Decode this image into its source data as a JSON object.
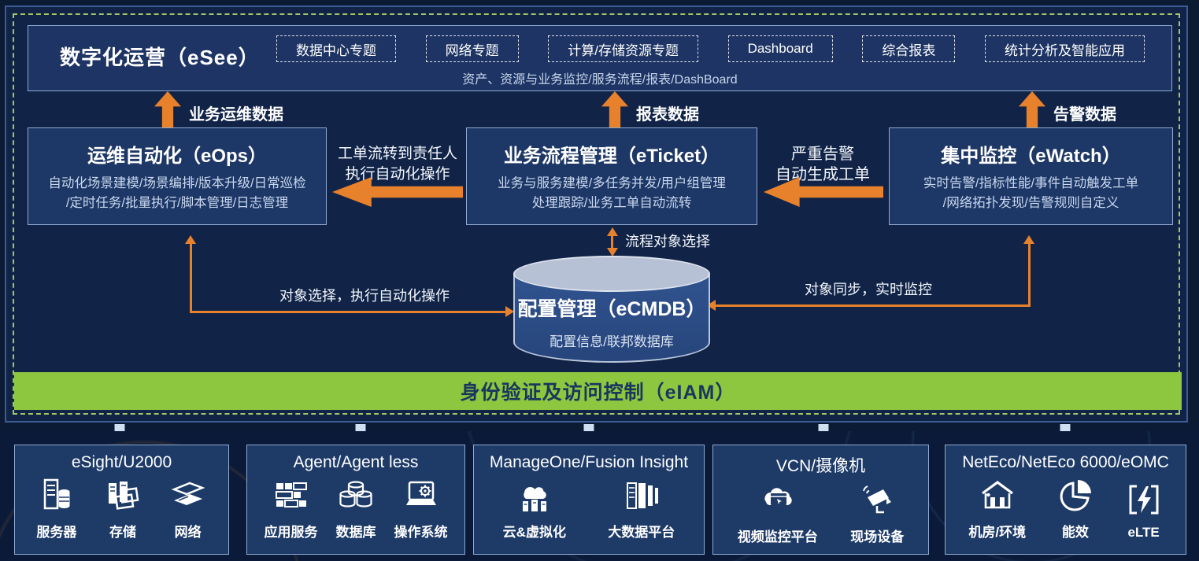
{
  "top_bar": {
    "title": "数字化运营（eSee）",
    "chips": [
      "数据中心专题",
      "网络专题",
      "计算/存储资源专题",
      "Dashboard",
      "综合报表",
      "统计分析及智能应用"
    ],
    "subtitle": "资产、资源与业务监控/服务流程/报表/DashBoard"
  },
  "up_arrows": {
    "eops": "业务运维数据",
    "eticket": "报表数据",
    "ewatch": "告警数据"
  },
  "modules": {
    "eops": {
      "title": "运维自动化（eOps）",
      "line1": "自动化场景建模/场景编排/版本升级/日常巡检",
      "line2": "/定时任务/批量执行/脚本管理/日志管理"
    },
    "eticket": {
      "title": "业务流程管理（eTicket）",
      "line1": "业务与服务建模/多任务并发/用户组管理",
      "line2": "处理跟踪/业务工单自动流转"
    },
    "ewatch": {
      "title": "集中监控（eWatch）",
      "line1": "实时告警/指标性能/事件自动触发工单",
      "line2": "/网络拓扑发现/告警规则自定义"
    }
  },
  "connectors": {
    "ticket_to_ops": {
      "line1": "工单流转到责任人",
      "line2": "执行自动化操作"
    },
    "watch_to_ticket": {
      "line1": "严重告警",
      "line2": "自动生成工单"
    },
    "ticket_cmdb": "流程对象选择",
    "ops_cmdb": "对象选择，执行自动化操作",
    "watch_cmdb": "对象同步，实时监控"
  },
  "cmdb": {
    "title": "配置管理（eCMDB）",
    "subtitle": "配置信息/联邦数据库"
  },
  "iam": {
    "label": "身份验证及访问控制（eIAM）"
  },
  "bottom_groups": [
    {
      "title": "eSight/U2000",
      "items": [
        {
          "label": "服务器"
        },
        {
          "label": "存储"
        },
        {
          "label": "网络"
        }
      ]
    },
    {
      "title": "Agent/Agent less",
      "items": [
        {
          "label": "应用服务"
        },
        {
          "label": "数据库"
        },
        {
          "label": "操作系统"
        }
      ]
    },
    {
      "title": "ManageOne/Fusion Insight",
      "items": [
        {
          "label": "云&虚拟化"
        },
        {
          "label": "大数据平台"
        }
      ]
    },
    {
      "title": "VCN/摄像机",
      "items": [
        {
          "label": "视频监控平台"
        },
        {
          "label": "现场设备"
        }
      ]
    },
    {
      "title": "NetEco/NetEco 6000/eOMC",
      "items": [
        {
          "label": "机房/环境"
        },
        {
          "label": "能效"
        },
        {
          "label": "eLTE"
        }
      ]
    }
  ],
  "colors": {
    "accent_orange": "#e8812b",
    "iam_green": "#8dc63f",
    "panel_navy": "#112448",
    "box_navy": "#1d3766",
    "light_arrow_blue": "#cfe0f2",
    "dashed_border_green": "#a2c566"
  }
}
